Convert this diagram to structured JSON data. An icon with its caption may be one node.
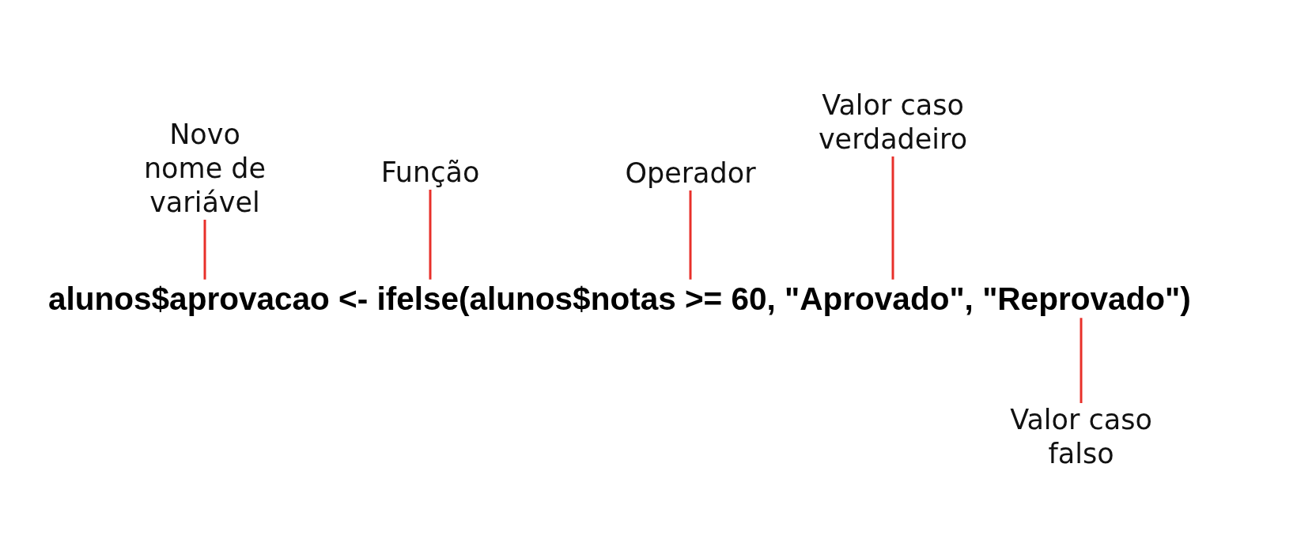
{
  "diagram": {
    "nodes": [
      {
        "text": [
          "Novo nome de variável"
        ]
      },
      {
        "text": [
          "Função"
        ]
      },
      {
        "text": [
          "Operador"
        ]
      },
      {
        "text": [
          "Valor caso verdadeiro"
        ]
      },
      {
        "text": [
          "alunos$aprovacao <- ifelse(alunos$notas >= 60, \"Aprovado\", \"Reprovado\")"
        ]
      },
      {
        "text": [
          "Valor caso falso"
        ]
      }
    ],
    "edges": [
      {
        "from": 0,
        "to": 4,
        "arrow": "none"
      },
      {
        "from": 1,
        "to": 4,
        "arrow": "none"
      },
      {
        "from": 2,
        "to": 4,
        "arrow": "none"
      },
      {
        "from": 3,
        "to": 4,
        "arrow": "none"
      },
      {
        "from": 5,
        "to": 4,
        "arrow": "none"
      }
    ]
  }
}
